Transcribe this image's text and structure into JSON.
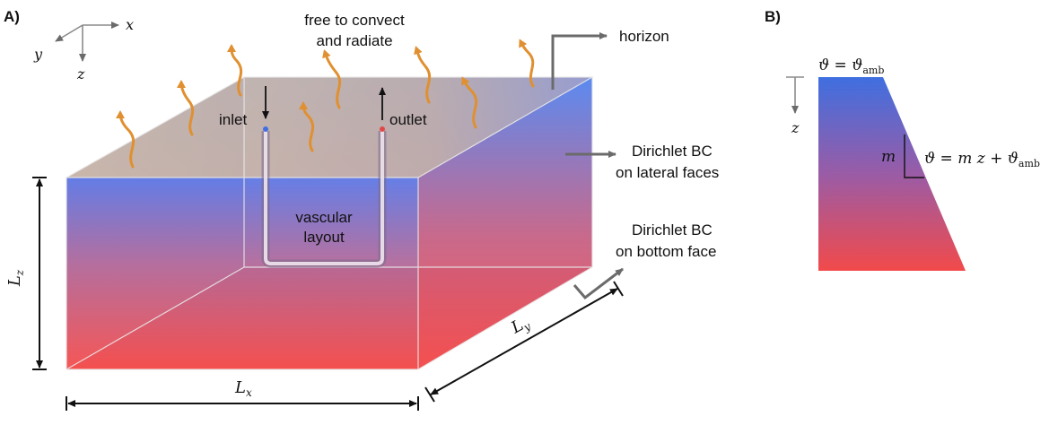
{
  "panel_a": {
    "tag": "A)",
    "axes": {
      "x": "x",
      "y": "y",
      "z": "z"
    },
    "top_label": {
      "line1": "free to convect",
      "line2": "and radiate"
    },
    "horizon_label": "horizon",
    "inlet_label": "inlet",
    "outlet_label": "outlet",
    "vascular_label": {
      "line1": "vascular",
      "line2": "layout"
    },
    "lateral_bc": {
      "line1": "Dirichlet BC",
      "line2": "on lateral faces"
    },
    "bottom_bc": {
      "line1": "Dirichlet BC",
      "line2": "on bottom face"
    },
    "dims": {
      "lx": "L",
      "lx_sub": "x",
      "ly": "L",
      "ly_sub": "y",
      "lz": "L",
      "lz_sub": "z"
    },
    "colors": {
      "hot": "#f0484a",
      "cold": "#3f6fe0",
      "convect_arrow": "#e09030",
      "pointer": "#6b6b6b"
    }
  },
  "panel_b": {
    "tag": "B)",
    "top_eq": {
      "lhs": "ϑ = ϑ",
      "sub": "amb"
    },
    "z_label": "z",
    "slope_label": "m",
    "profile_eq": {
      "lhs": "ϑ = m z + ϑ",
      "sub": "amb"
    }
  }
}
